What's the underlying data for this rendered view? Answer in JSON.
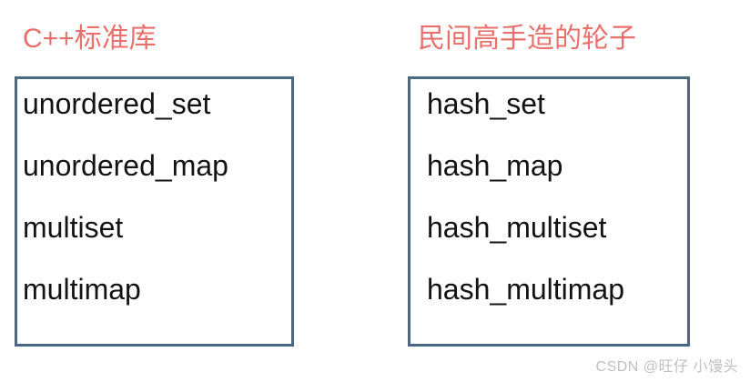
{
  "colors": {
    "title": "#e8706c",
    "box_border": "#4a6881",
    "item_text": "#131313",
    "watermark": "#bfbfbf",
    "background": "#ffffff"
  },
  "columns": [
    {
      "title": "C++标准库",
      "items": [
        "unordered_set",
        "unordered_map",
        "multiset",
        "multimap"
      ]
    },
    {
      "title": "民间高手造的轮子",
      "items": [
        "hash_set",
        "hash_map",
        "hash_multiset",
        "hash_multimap"
      ]
    }
  ],
  "watermark": "CSDN @旺仔 小馒头"
}
